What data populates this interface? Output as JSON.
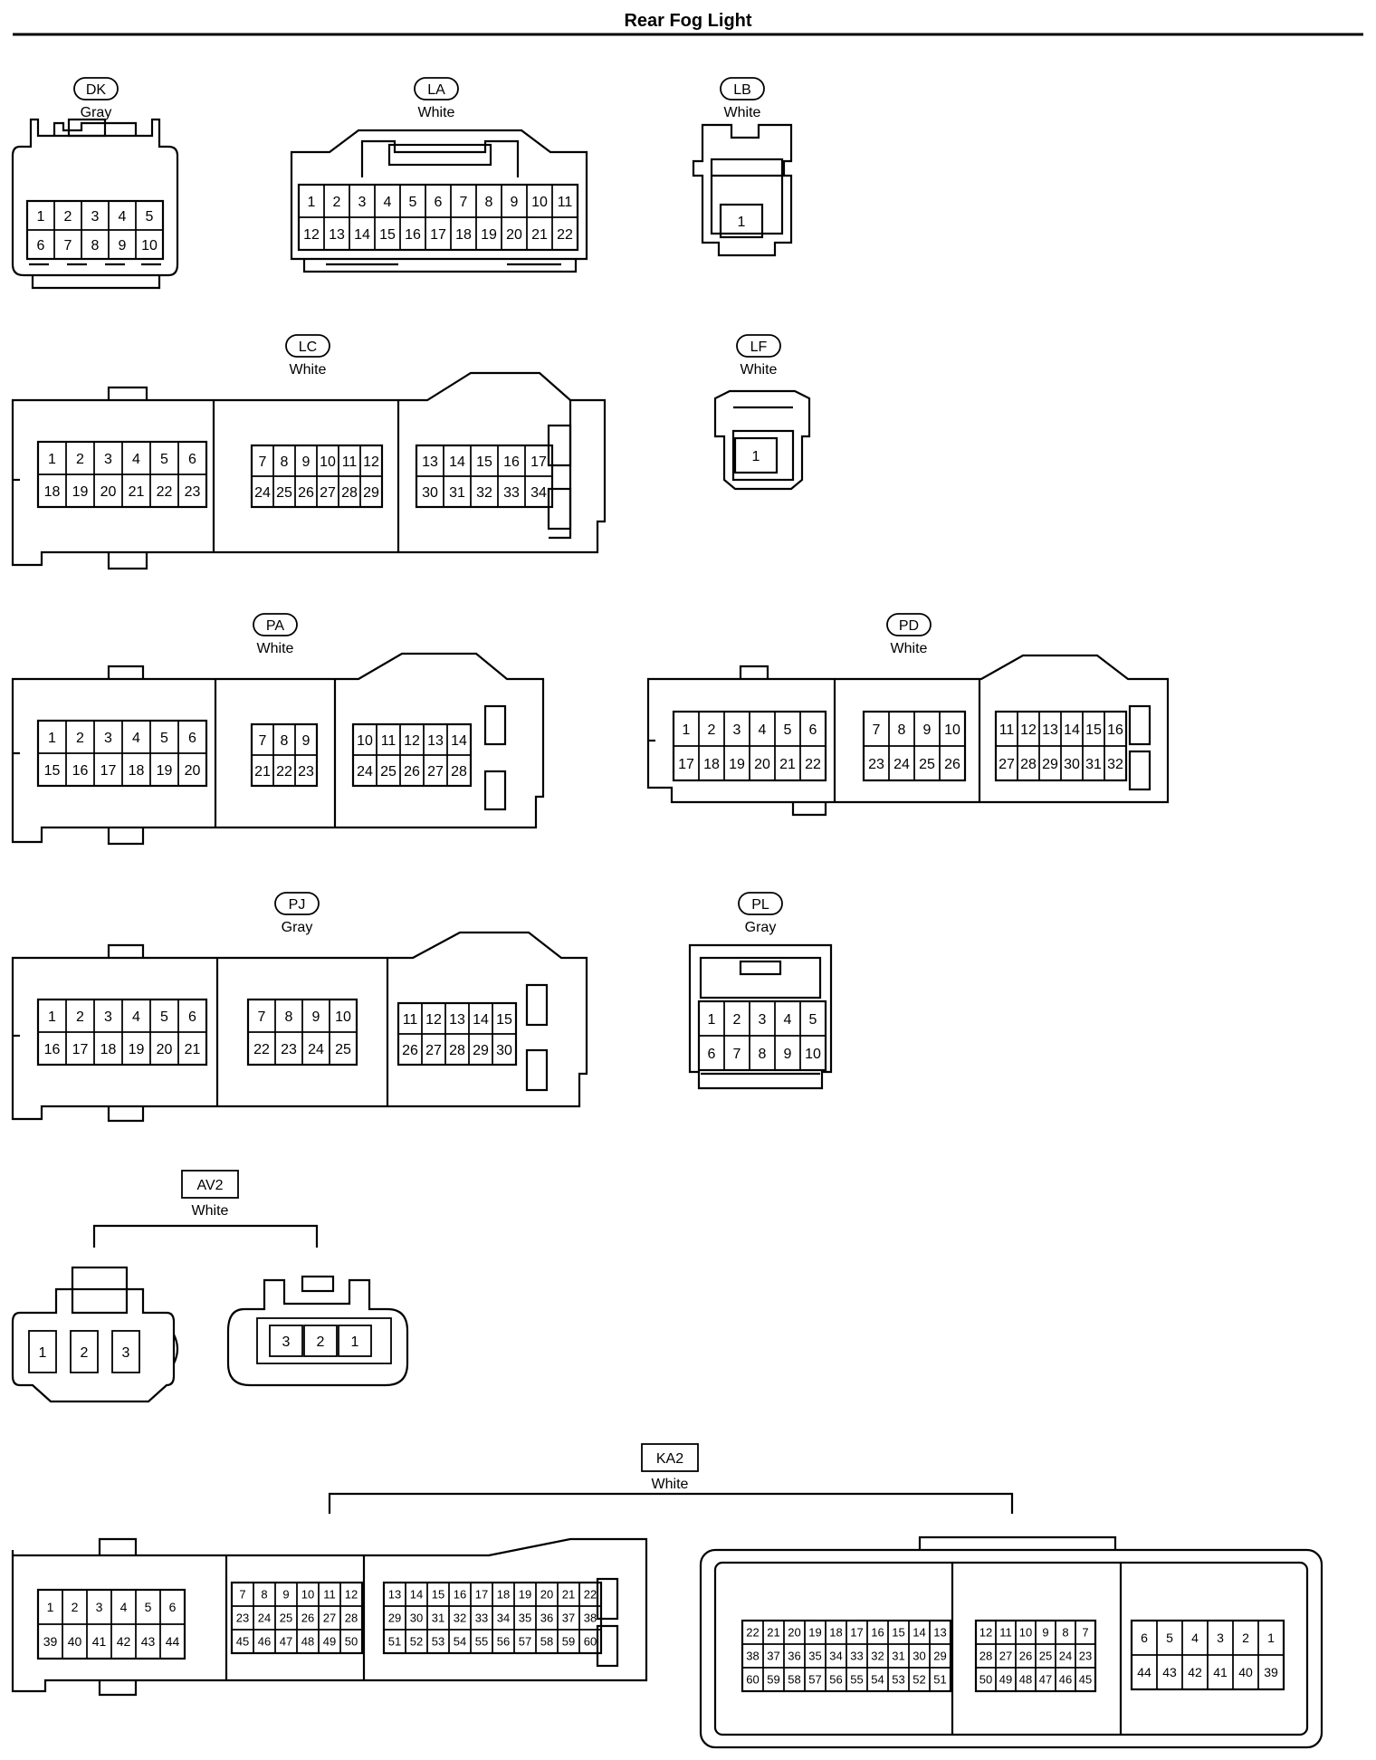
{
  "page": {
    "title": "Rear Fog Light"
  },
  "connectors": {
    "DK": {
      "code": "DK",
      "color": "Gray",
      "rows": [
        [
          "1",
          "2",
          "3",
          "4",
          "5"
        ],
        [
          "6",
          "7",
          "8",
          "9",
          "10"
        ]
      ]
    },
    "LA": {
      "code": "LA",
      "color": "White",
      "rows": [
        [
          "1",
          "2",
          "3",
          "4",
          "5",
          "6",
          "7",
          "8",
          "9",
          "10",
          "11"
        ],
        [
          "12",
          "13",
          "14",
          "15",
          "16",
          "17",
          "18",
          "19",
          "20",
          "21",
          "22"
        ]
      ]
    },
    "LB": {
      "code": "LB",
      "color": "White",
      "rows": [
        [
          "1"
        ]
      ]
    },
    "LC": {
      "code": "LC",
      "color": "White",
      "blocks": [
        [
          [
            "1",
            "2",
            "3",
            "4",
            "5",
            "6"
          ],
          [
            "18",
            "19",
            "20",
            "21",
            "22",
            "23"
          ]
        ],
        [
          [
            "7",
            "8",
            "9",
            "10",
            "11",
            "12"
          ],
          [
            "24",
            "25",
            "26",
            "27",
            "28",
            "29"
          ]
        ],
        [
          [
            "13",
            "14",
            "15",
            "16",
            "17"
          ],
          [
            "30",
            "31",
            "32",
            "33",
            "34"
          ]
        ]
      ]
    },
    "LF": {
      "code": "LF",
      "color": "White",
      "rows": [
        [
          "1"
        ]
      ]
    },
    "PA": {
      "code": "PA",
      "color": "White",
      "blocks": [
        [
          [
            "1",
            "2",
            "3",
            "4",
            "5",
            "6"
          ],
          [
            "15",
            "16",
            "17",
            "18",
            "19",
            "20"
          ]
        ],
        [
          [
            "7",
            "8",
            "9"
          ],
          [
            "21",
            "22",
            "23"
          ]
        ],
        [
          [
            "10",
            "11",
            "12",
            "13",
            "14"
          ],
          [
            "24",
            "25",
            "26",
            "27",
            "28"
          ]
        ]
      ]
    },
    "PD": {
      "code": "PD",
      "color": "White",
      "blocks": [
        [
          [
            "1",
            "2",
            "3",
            "4",
            "5",
            "6"
          ],
          [
            "17",
            "18",
            "19",
            "20",
            "21",
            "22"
          ]
        ],
        [
          [
            "7",
            "8",
            "9",
            "10"
          ],
          [
            "23",
            "24",
            "25",
            "26"
          ]
        ],
        [
          [
            "11",
            "12",
            "13",
            "14",
            "15",
            "16"
          ],
          [
            "27",
            "28",
            "29",
            "30",
            "31",
            "32"
          ]
        ]
      ]
    },
    "PJ": {
      "code": "PJ",
      "color": "Gray",
      "blocks": [
        [
          [
            "1",
            "2",
            "3",
            "4",
            "5",
            "6"
          ],
          [
            "16",
            "17",
            "18",
            "19",
            "20",
            "21"
          ]
        ],
        [
          [
            "7",
            "8",
            "9",
            "10"
          ],
          [
            "22",
            "23",
            "24",
            "25"
          ]
        ],
        [
          [
            "11",
            "12",
            "13",
            "14",
            "15"
          ],
          [
            "26",
            "27",
            "28",
            "29",
            "30"
          ]
        ]
      ]
    },
    "PL": {
      "code": "PL",
      "color": "Gray",
      "rows": [
        [
          "1",
          "2",
          "3",
          "4",
          "5"
        ],
        [
          "6",
          "7",
          "8",
          "9",
          "10"
        ]
      ]
    },
    "AV2": {
      "code": "AV2",
      "color": "White",
      "left": [
        "1",
        "2",
        "3"
      ],
      "right": [
        "3",
        "2",
        "1"
      ]
    },
    "KA2": {
      "code": "KA2",
      "color": "White",
      "left": [
        [
          [
            "1",
            "2",
            "3",
            "4",
            "5",
            "6"
          ],
          [
            "39",
            "40",
            "41",
            "42",
            "43",
            "44"
          ]
        ],
        [
          [
            "7",
            "8",
            "9",
            "10",
            "11",
            "12"
          ],
          [
            "23",
            "24",
            "25",
            "26",
            "27",
            "28"
          ],
          [
            "45",
            "46",
            "47",
            "48",
            "49",
            "50"
          ]
        ],
        [
          [
            "13",
            "14",
            "15",
            "16",
            "17",
            "18",
            "19",
            "20",
            "21",
            "22"
          ],
          [
            "29",
            "30",
            "31",
            "32",
            "33",
            "34",
            "35",
            "36",
            "37",
            "38"
          ],
          [
            "51",
            "52",
            "53",
            "54",
            "55",
            "56",
            "57",
            "58",
            "59",
            "60"
          ]
        ]
      ],
      "right": [
        [
          [
            "22",
            "21",
            "20",
            "19",
            "18",
            "17",
            "16",
            "15",
            "14",
            "13"
          ],
          [
            "38",
            "37",
            "36",
            "35",
            "34",
            "33",
            "32",
            "31",
            "30",
            "29"
          ],
          [
            "60",
            "59",
            "58",
            "57",
            "56",
            "55",
            "54",
            "53",
            "52",
            "51"
          ]
        ],
        [
          [
            "12",
            "11",
            "10",
            "9",
            "8",
            "7"
          ],
          [
            "28",
            "27",
            "26",
            "25",
            "24",
            "23"
          ],
          [
            "50",
            "49",
            "48",
            "47",
            "46",
            "45"
          ]
        ],
        [
          [
            "6",
            "5",
            "4",
            "3",
            "2",
            "1"
          ],
          [
            "44",
            "43",
            "42",
            "41",
            "40",
            "39"
          ]
        ]
      ]
    }
  }
}
